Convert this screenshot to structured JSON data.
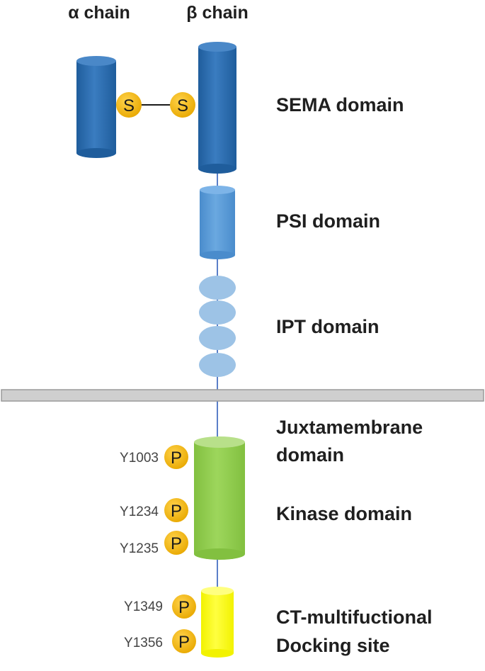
{
  "chains": {
    "alpha": "α chain",
    "beta": "β chain"
  },
  "disulfide": {
    "left": "S",
    "right": "S"
  },
  "domains": {
    "sema": "SEMA domain",
    "psi": "PSI domain",
    "ipt": "IPT domain",
    "juxta_line1": "Juxtamembrane",
    "juxta_line2": "domain",
    "kinase": "Kinase domain",
    "ct_line1": "CT-multifuctional",
    "ct_line2": "Docking site"
  },
  "phospho_sites": [
    {
      "residue": "Y1003",
      "mark": "P"
    },
    {
      "residue": "Y1234",
      "mark": "P"
    },
    {
      "residue": "Y1235",
      "mark": "P"
    },
    {
      "residue": "Y1349",
      "mark": "P"
    },
    {
      "residue": "Y1356",
      "mark": "P"
    }
  ],
  "colors": {
    "sema_blue": "#2e6fb0",
    "psi_blue": "#5b9bd5",
    "ipt_blue": "#9dc3e6",
    "kinase_green": "#92d050",
    "ct_yellow": "#ffff00",
    "phospho_orange": "#f5b800",
    "membrane_gray": "#cfcfcf"
  }
}
